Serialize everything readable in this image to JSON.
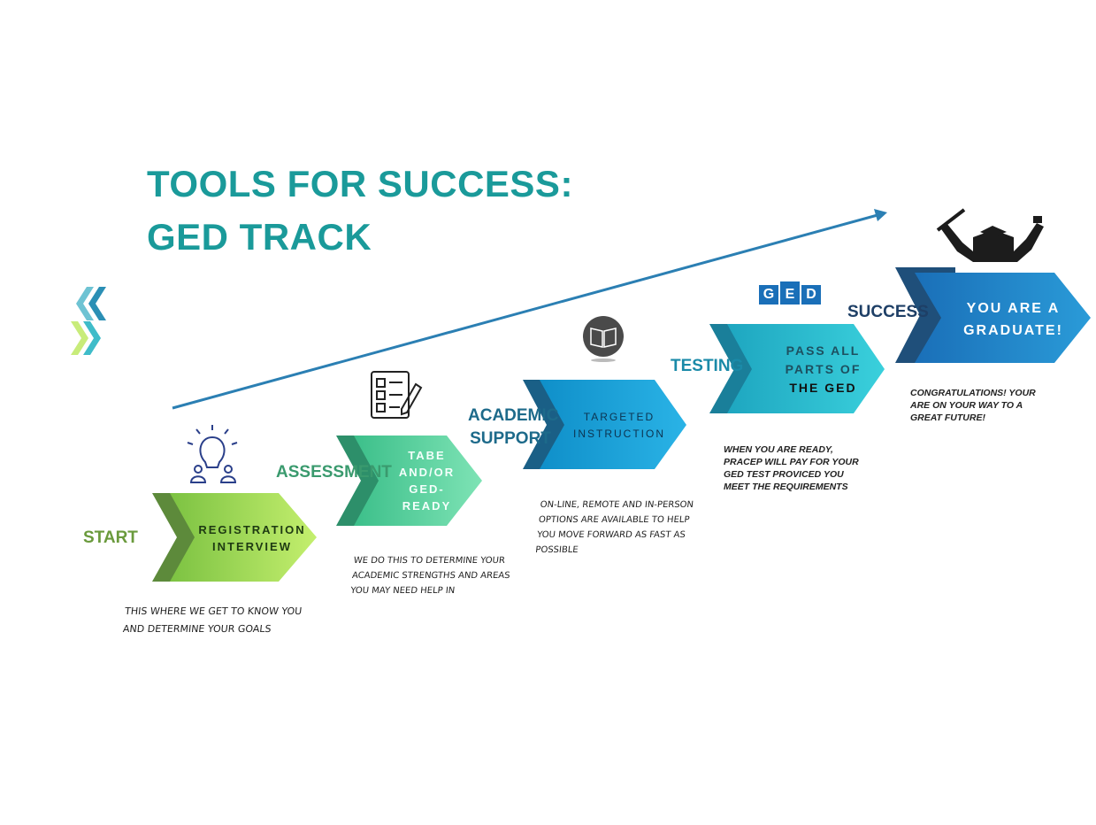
{
  "title": {
    "line1": "TOOLS FOR SUCCESS:",
    "line2": "GED TRACK"
  },
  "colors": {
    "title": "#1a9a9a",
    "arrow": "#2b7fb3",
    "stage1": "#a8e063",
    "stage2": "#5ed3a0",
    "stage3": "#1aa6d6",
    "stage4": "#22b6c9",
    "stage5": "#1f86c8"
  },
  "stages": [
    {
      "label": "START",
      "chevron_lines": [
        "REGISTRATION",
        "INTERVIEW"
      ],
      "icon": "lightbulb-people-icon",
      "description": [
        "THIS WHERE WE GET TO KNOW YOU",
        "AND DETERMINE YOUR GOALS"
      ]
    },
    {
      "label": "ASSESSMENT",
      "chevron_lines": [
        "TABE",
        "AND/OR",
        "GED-",
        "READY"
      ],
      "icon": "checklist-pencil-icon",
      "description": [
        "WE DO THIS TO DETERMINE YOUR",
        "ACADEMIC STRENGTHS  AND AREAS",
        "YOU MAY NEED HELP IN"
      ]
    },
    {
      "label_lines": [
        "ACADEMIC",
        "SUPPORT"
      ],
      "chevron_lines": [
        "TARGETED",
        "INSTRUCTION"
      ],
      "icon": "open-book-icon",
      "description": [
        "ON-LINE, REMOTE AND IN-PERSON",
        "OPTIONS ARE AVAILABLE TO HELP",
        "YOU MOVE FORWARD AS FAST AS",
        "POSSIBLE"
      ]
    },
    {
      "label": "TESTING",
      "chevron_lines": [
        "PASS ALL",
        "PARTS OF",
        "THE GED"
      ],
      "icon": "ged-logo",
      "logo_letters": [
        "G",
        "E",
        "D"
      ],
      "description": [
        "WHEN YOU ARE READY,",
        "PRACEP WILL PAY FOR YOUR",
        "GED TEST PROVICED YOU",
        "MEET THE REQUIREMENTS"
      ]
    },
    {
      "label": "SUCCESS",
      "chevron_lines": [
        "YOU ARE A",
        "GRADUATE!"
      ],
      "icon": "graduate-silhouette-icon",
      "description": [
        "CONGRATULATIONS! YOUR",
        "ARE ON YOUR WAY TO A",
        "GREAT FUTURE!"
      ]
    }
  ]
}
